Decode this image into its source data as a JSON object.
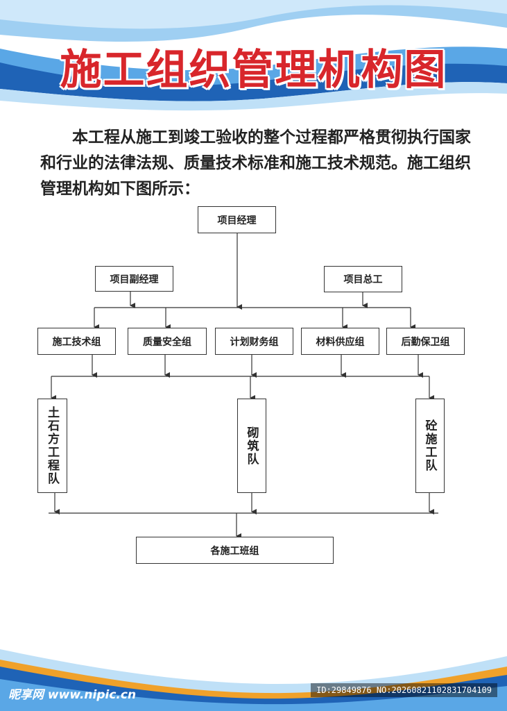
{
  "poster": {
    "title": "施工组织管理机构图",
    "intro": "本工程从施工到竣工验收的整个过程都严格贯彻执行国家和行业的法律法规、质量技术标准和施工技术规范。施工组织管理机构如下图所示：",
    "colors": {
      "title": "#d8262b",
      "wave_dark": "#1f63b6",
      "wave_light": "#5aa7e6",
      "wave_orange": "#f0a12a"
    }
  },
  "org": {
    "top": "项目经理",
    "deputy": "项目副经理",
    "chief_engineer": "项目总工",
    "groups": [
      "施工技术组",
      "质量安全组",
      "计划财务组",
      "材料供应组",
      "后勤保卫组"
    ],
    "teams": [
      "土石方工程队",
      "砌筑队",
      "砼施工队"
    ],
    "bottom": "各施工班组"
  },
  "watermark": {
    "site": "昵享网 www.nipic.cn",
    "id": "ID:29849876 NO:20260821102831704109"
  }
}
